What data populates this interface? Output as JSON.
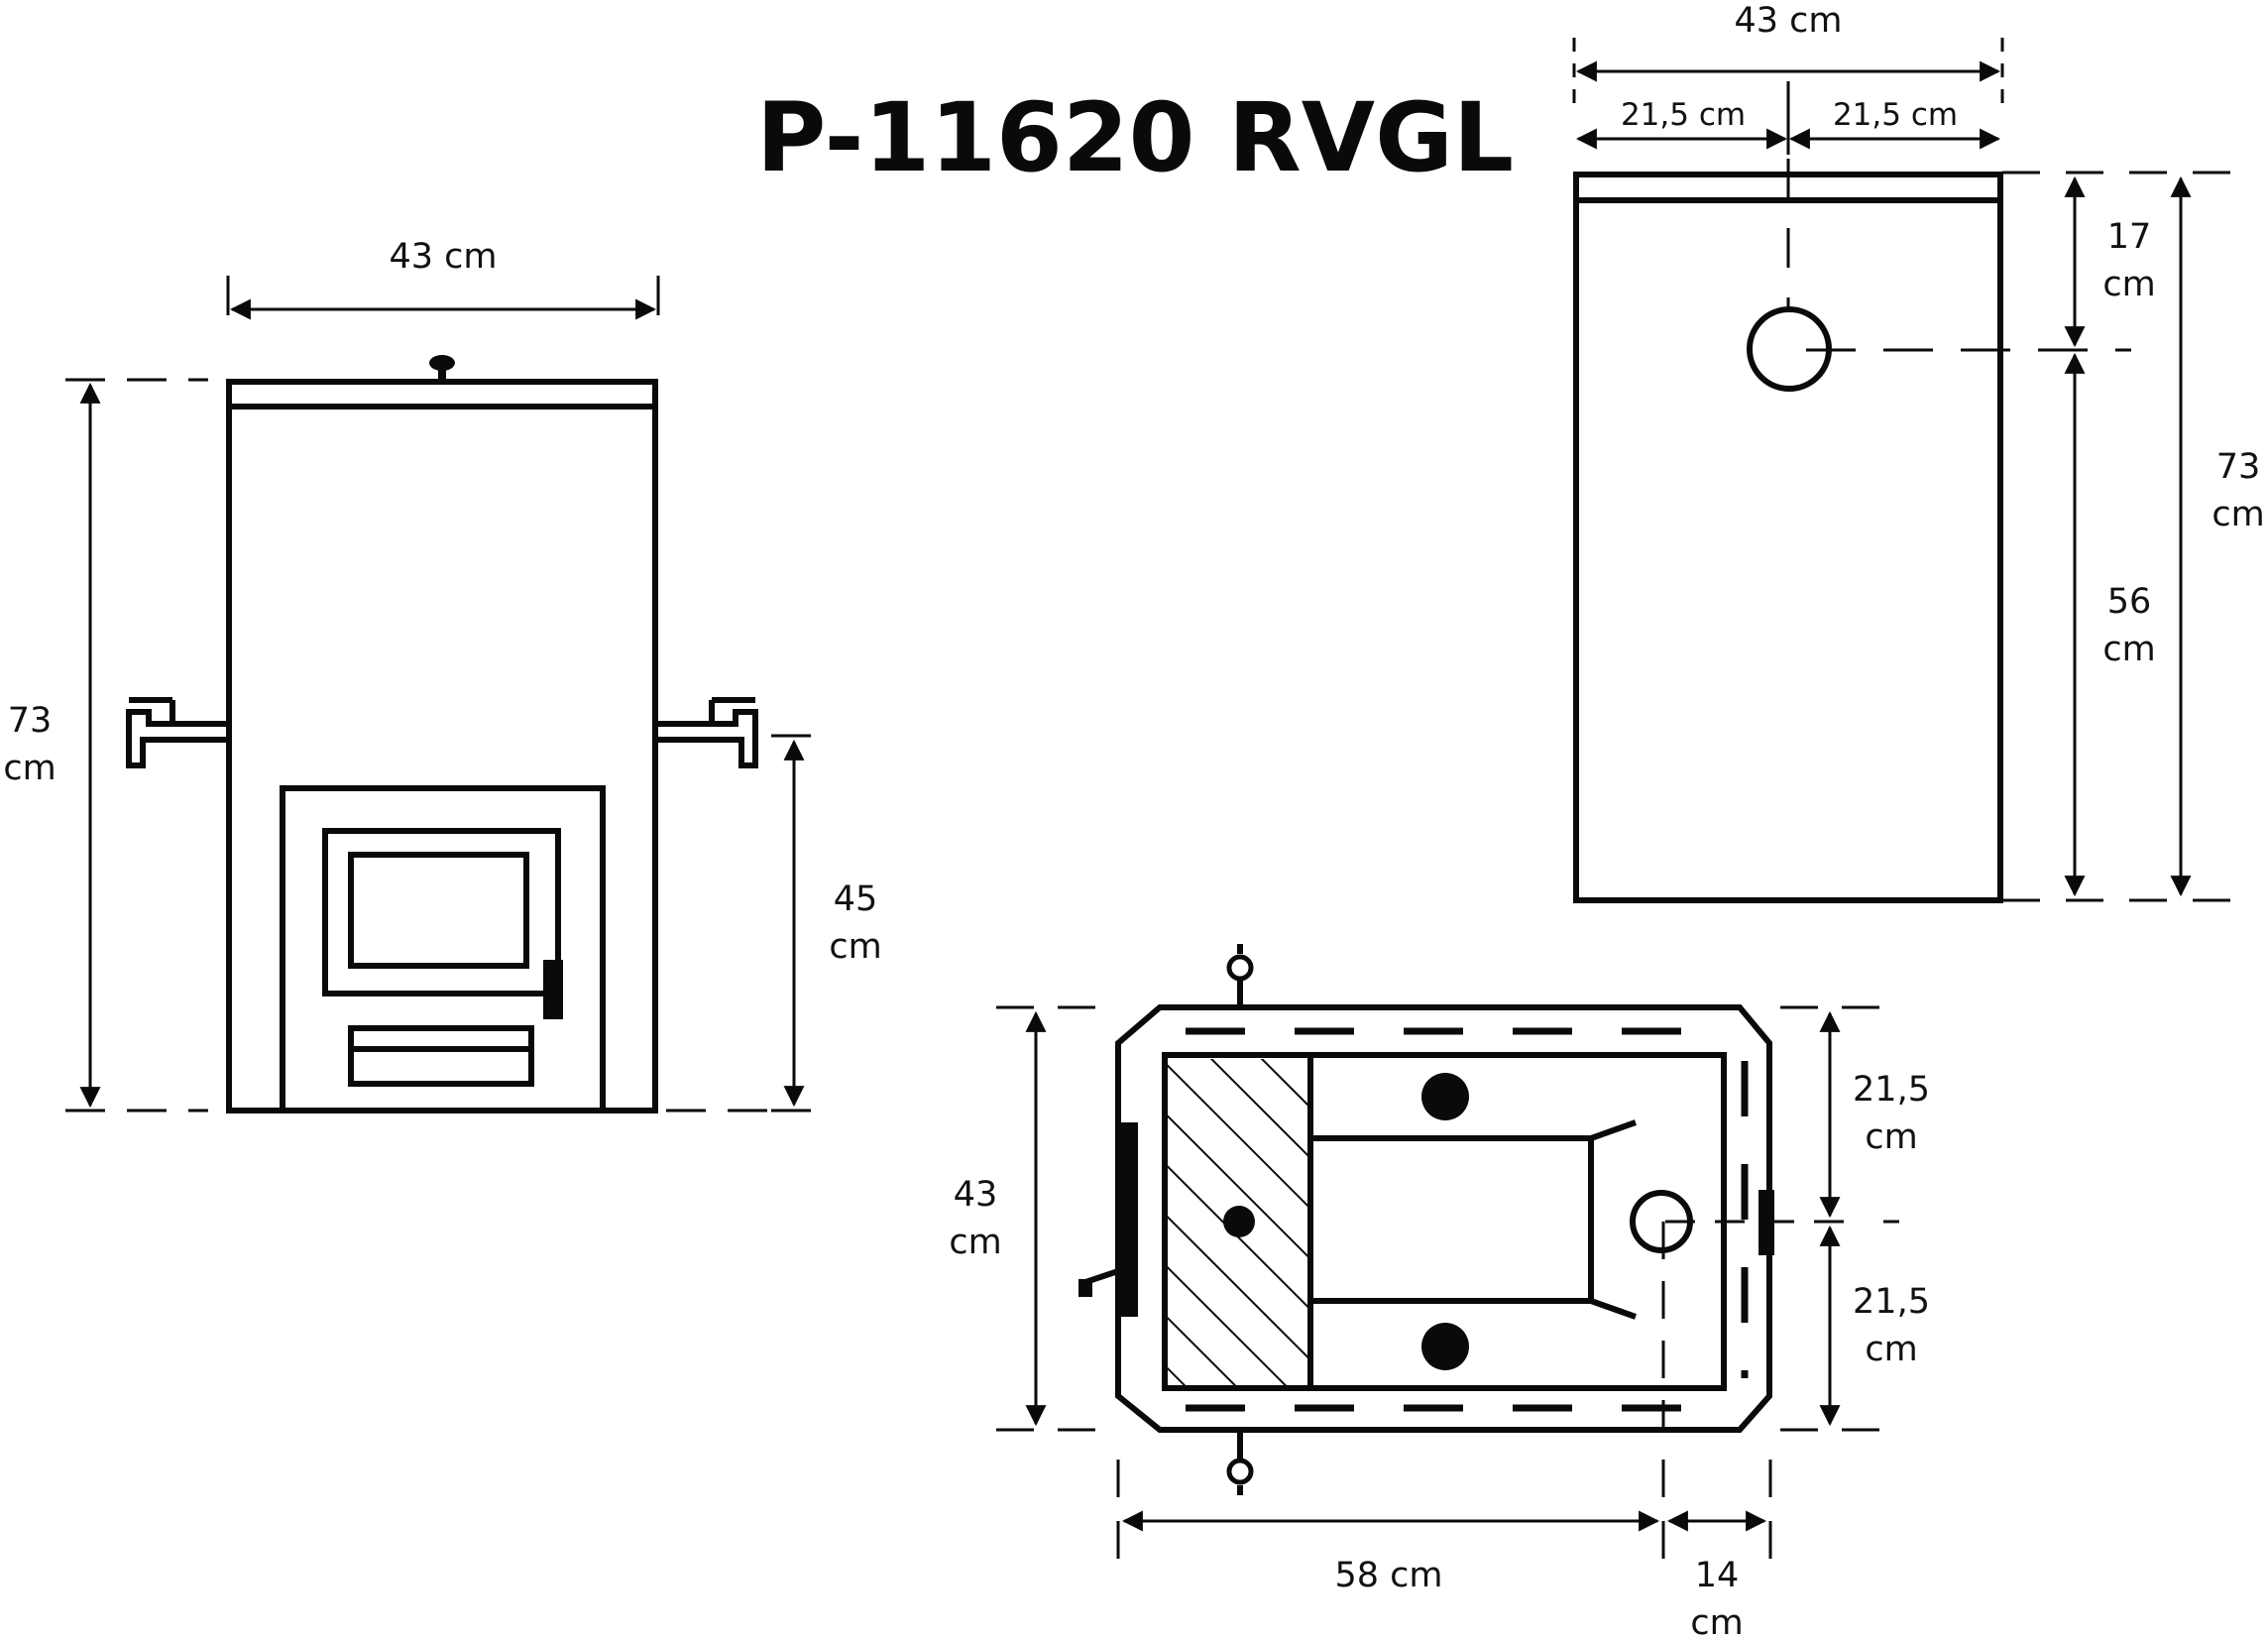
{
  "title": "P-11620 RVGL",
  "front_view": {
    "width_label": "43 cm",
    "height_value": "73",
    "height_unit": "cm",
    "tap_height_value": "45",
    "tap_height_unit": "cm"
  },
  "side_view": {
    "width_label": "43 cm",
    "half_left_label": "21,5 cm",
    "half_right_label": "21,5 cm",
    "top_offset_value": "17",
    "top_offset_unit": "cm",
    "lower_value": "56",
    "lower_unit": "cm",
    "height_value": "73",
    "height_unit": "cm"
  },
  "top_view": {
    "depth_label_value": "43",
    "depth_label_unit": "cm",
    "half_top_value": "21,5",
    "half_top_unit": "cm",
    "half_bottom_value": "21,5",
    "half_bottom_unit": "cm",
    "length_label": "58 cm",
    "rear_value": "14",
    "rear_unit": "cm"
  }
}
